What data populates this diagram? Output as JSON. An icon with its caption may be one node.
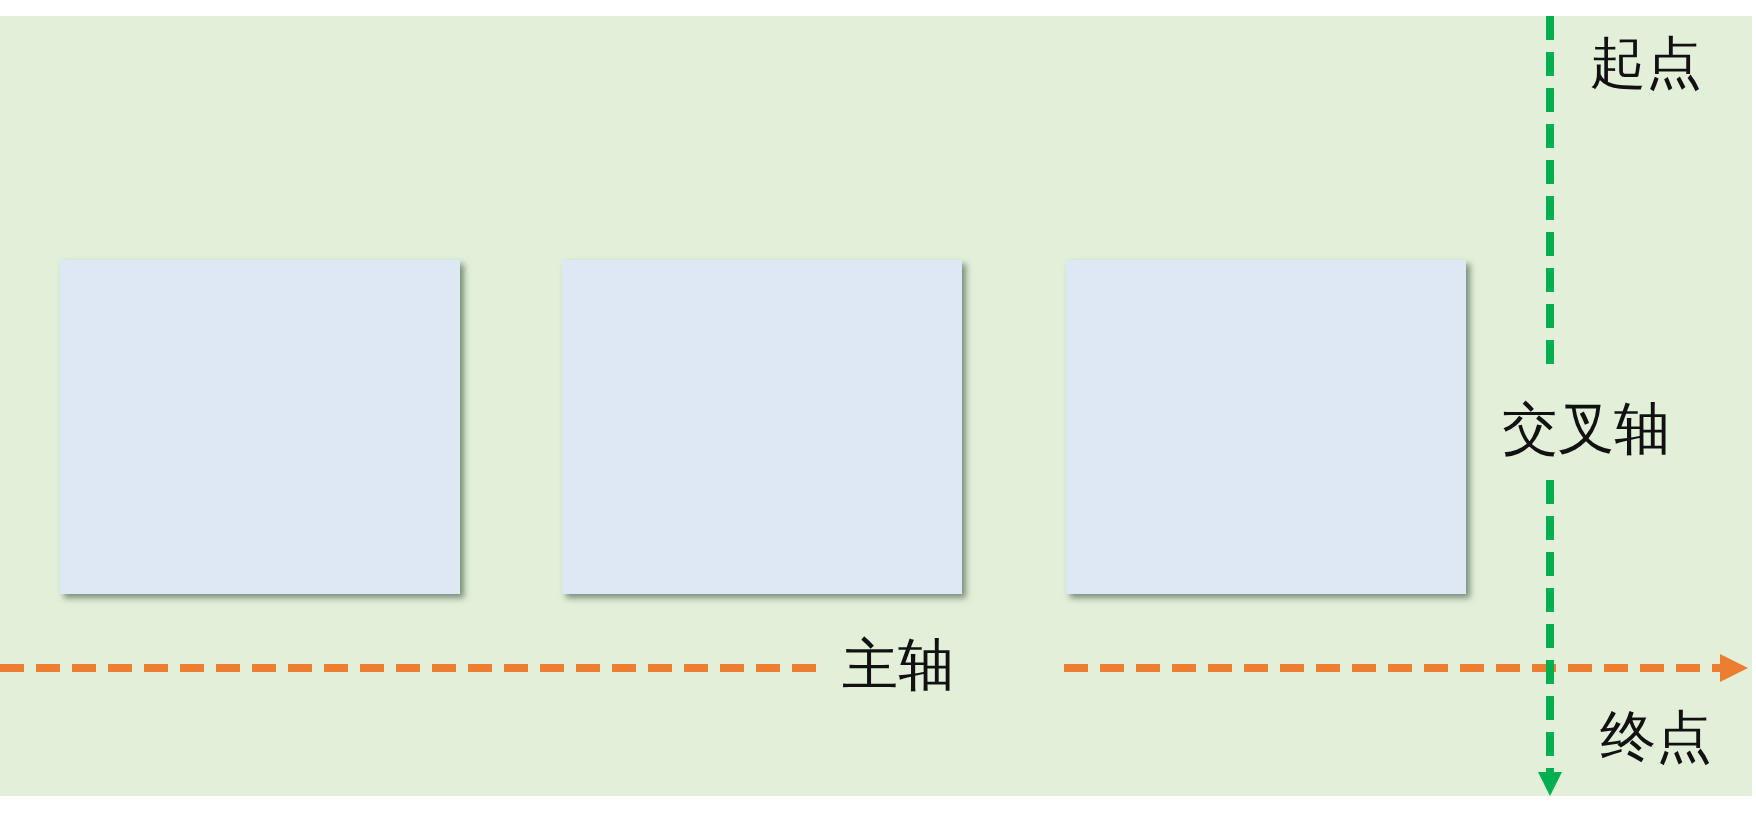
{
  "diagram": {
    "nodes": [
      {
        "text": [],
        "shape": "box"
      },
      {
        "text": [],
        "shape": "box"
      },
      {
        "text": [],
        "shape": "box"
      }
    ],
    "labels": [
      "起点",
      "交叉轴",
      "主轴",
      "终点"
    ]
  }
}
